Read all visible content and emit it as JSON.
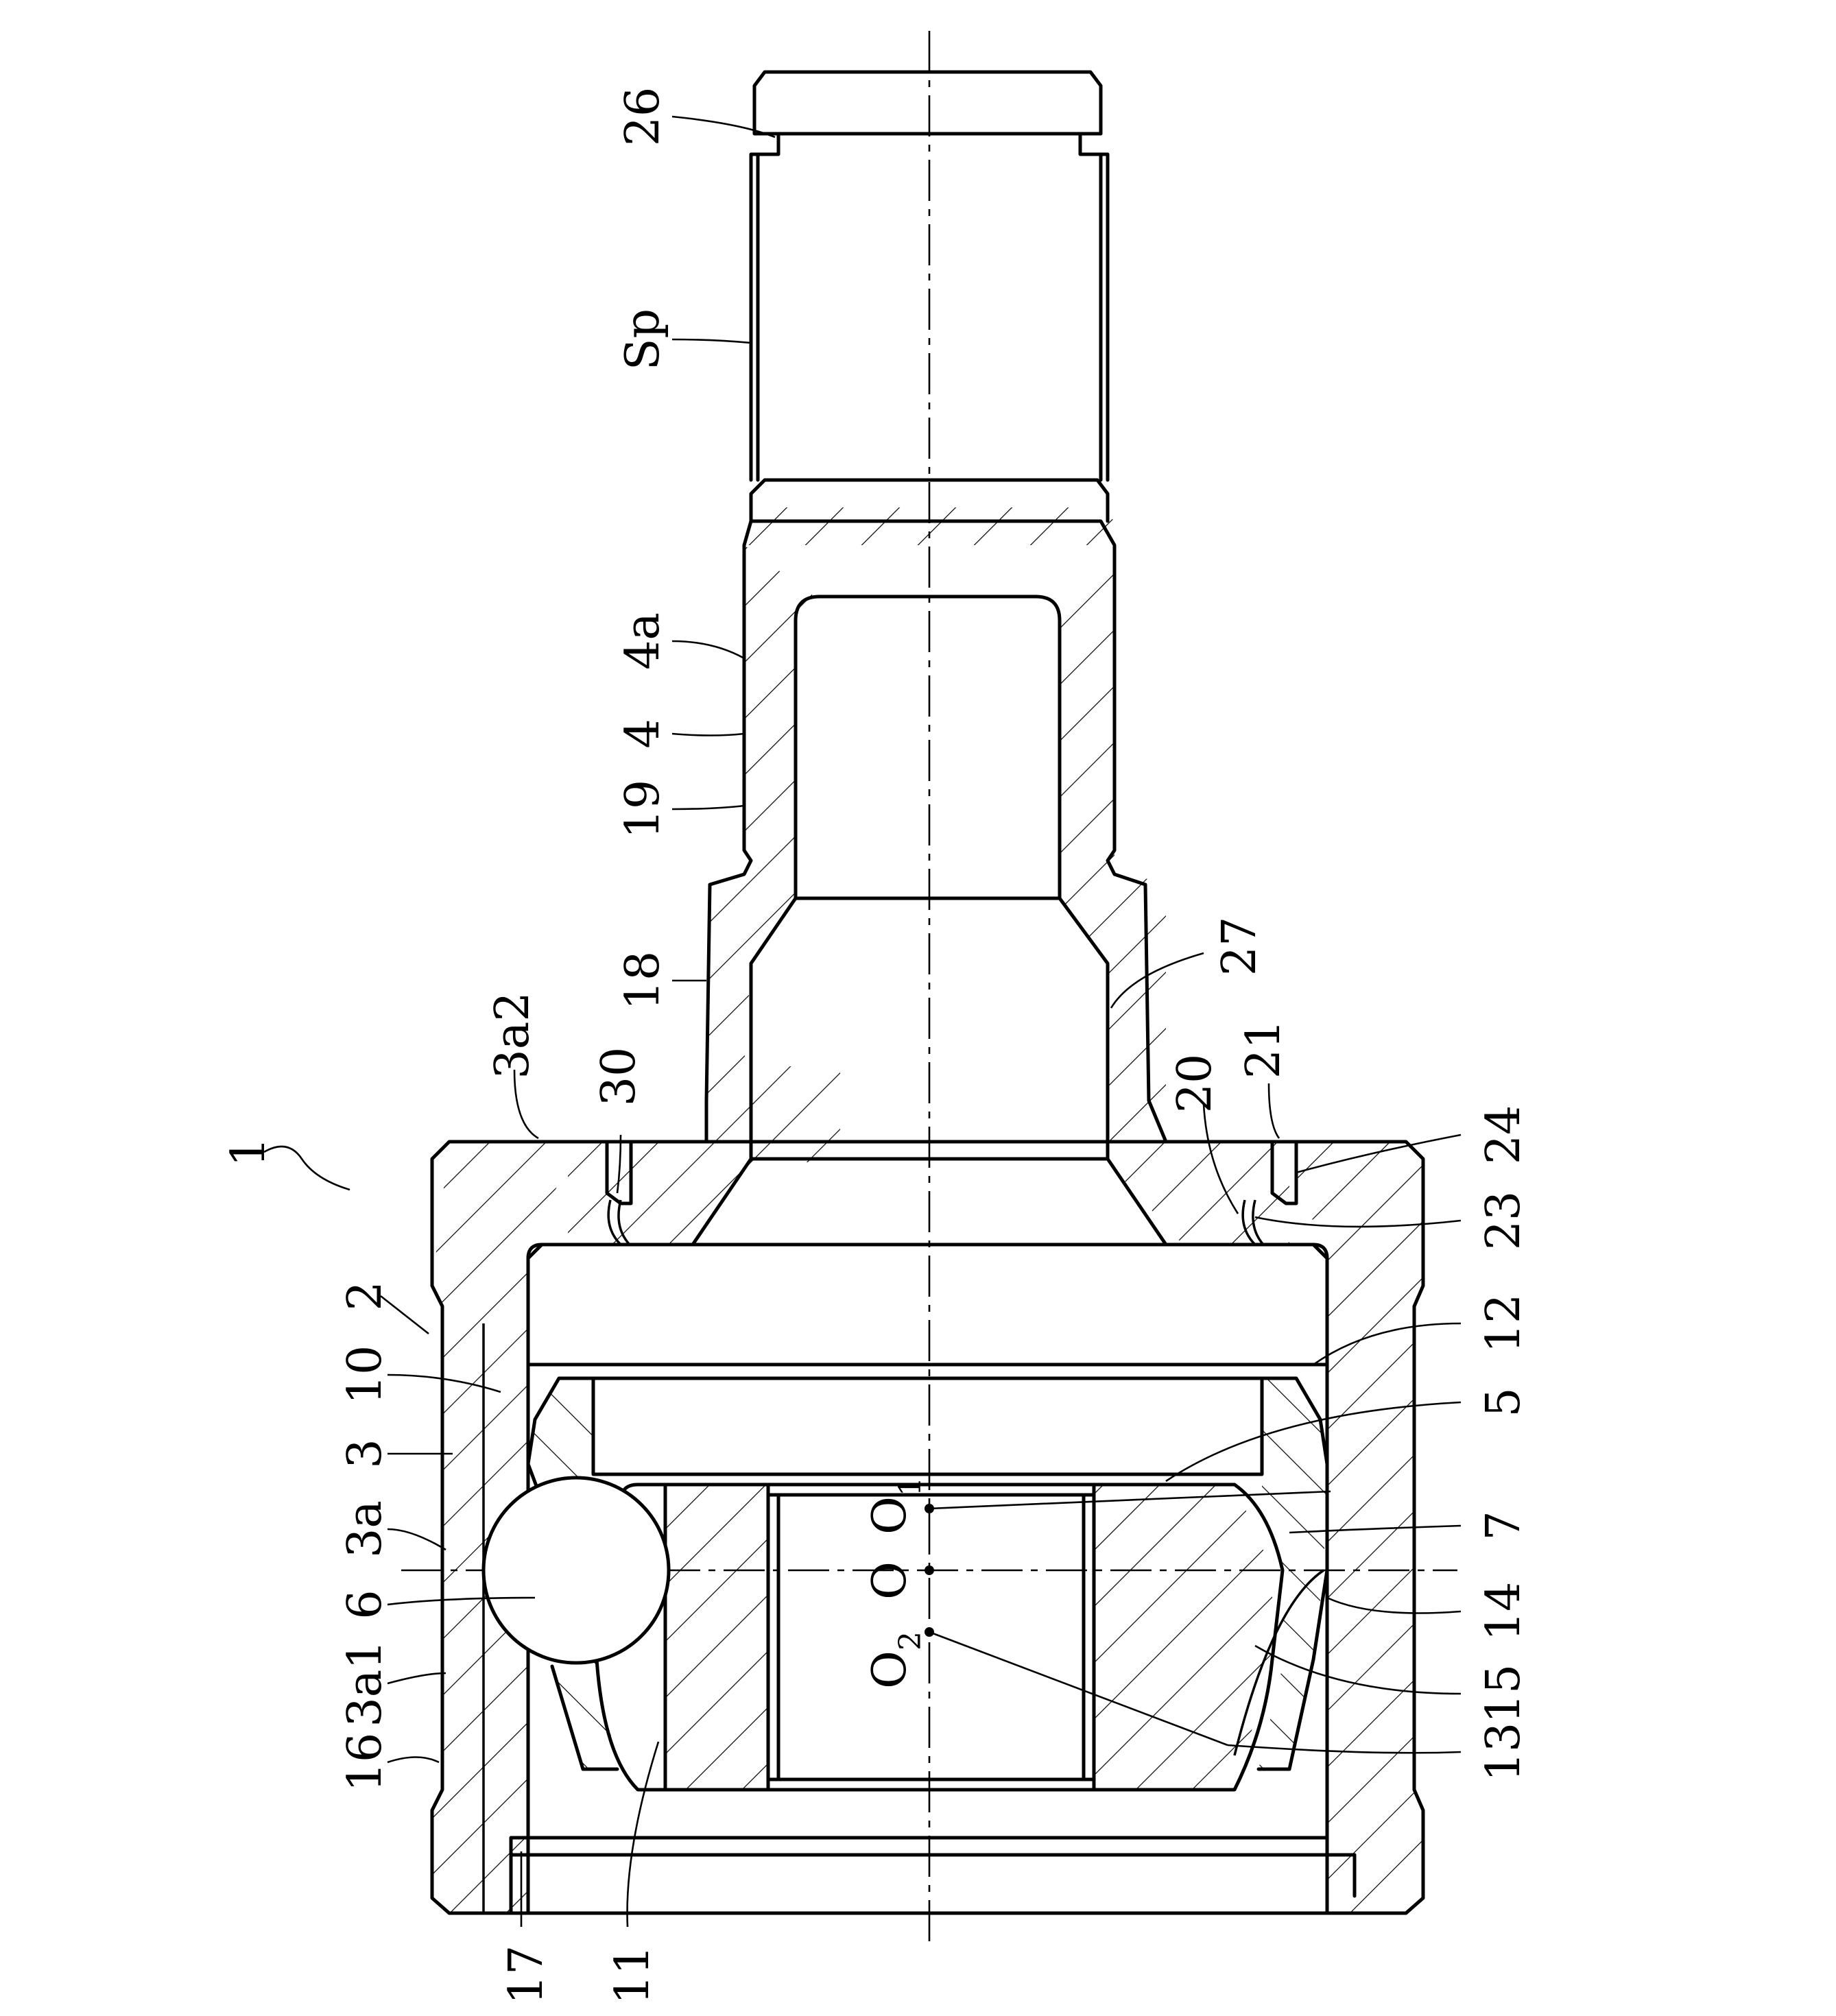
{
  "figure": {
    "labels": {
      "ref_1": "1",
      "ref_2": "2",
      "ref_3": "3",
      "ref_3a": "3a",
      "ref_3a1": "3a1",
      "ref_3a2": "3a2",
      "ref_4": "4",
      "ref_4a": "4a",
      "ref_5": "5",
      "ref_6": "6",
      "ref_7": "7",
      "ref_10": "10",
      "ref_11": "11",
      "ref_12": "12",
      "ref_13": "13",
      "ref_14": "14",
      "ref_15": "15",
      "ref_16": "16",
      "ref_17": "17",
      "ref_18": "18",
      "ref_19": "19",
      "ref_20": "20",
      "ref_21": "21",
      "ref_23": "23",
      "ref_24": "24",
      "ref_26": "26",
      "ref_27": "27",
      "ref_30": "30",
      "ref_sp": "Sp",
      "center_o": "O",
      "center_o1_base": "O",
      "center_o1_sub": "1",
      "center_o2_base": "O",
      "center_o2_sub": "2"
    }
  }
}
